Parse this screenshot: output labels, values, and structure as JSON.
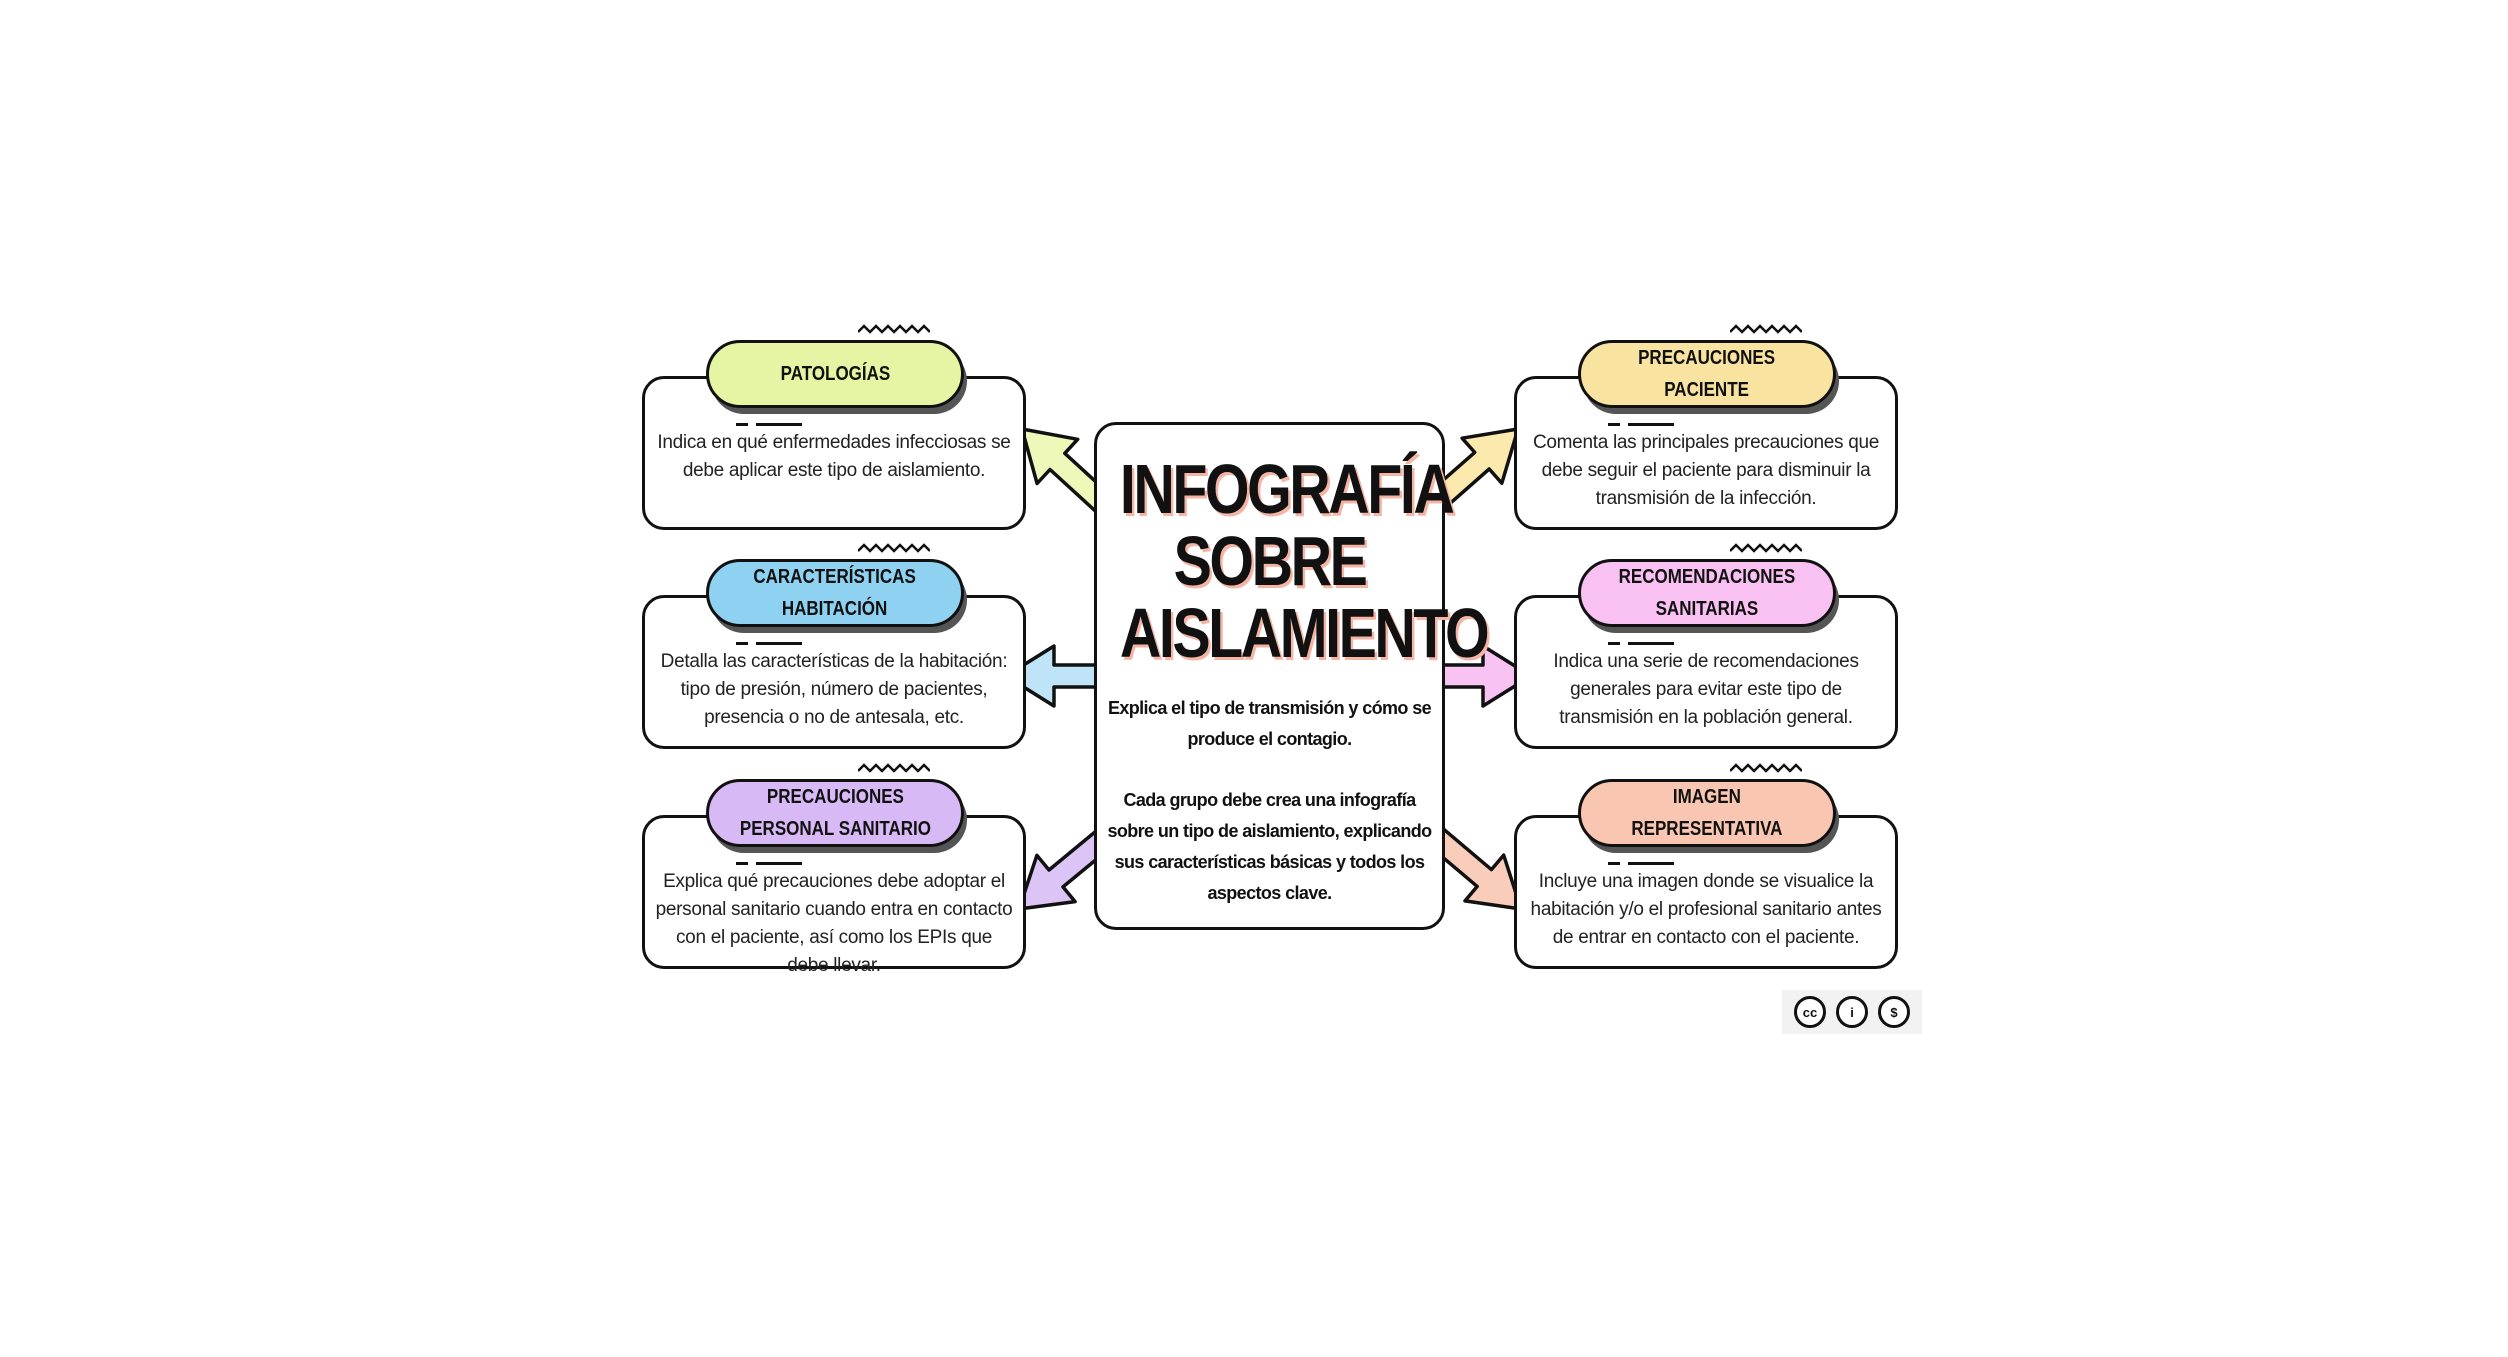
{
  "title": {
    "line1": "INFOGRAFÍA",
    "line2": "SOBRE",
    "line3": "AISLAMIENTO"
  },
  "center": {
    "paragraph1": "Explica el tipo de transmisión y cómo se produce el contagio.",
    "paragraph2": "Cada grupo debe crea una infografía sobre un tipo de aislamiento, explicando sus características básicas y todos los aspectos clave."
  },
  "sections": [
    {
      "heading": "PATOLOGÍAS",
      "text": "Indica en qué enfermedades infecciosas se debe aplicar este tipo de aislamiento.",
      "color": "#e6f5a3",
      "arrow_color": "#eef8b8"
    },
    {
      "heading": "PRECAUCIONES\nPACIENTE",
      "text": "Comenta las principales precauciones que debe seguir el paciente para disminuir la transmisión de la infección.",
      "color": "#f9e3a1",
      "arrow_color": "#fbe9ae"
    },
    {
      "heading": "CARACTERÍSTICAS\nHABITACIÓN",
      "text": "Detalla las características de la habitación: tipo de presión, número de pacientes, presencia o no de antesala, etc.",
      "color": "#8fd1f0",
      "arrow_color": "#bfe3f7"
    },
    {
      "heading": "RECOMENDACIONES\nSANITARIAS",
      "text": "Indica una serie de recomendaciones generales para evitar este tipo de transmisión en la población general.",
      "color": "#f9c0f2",
      "arrow_color": "#f8c3f3"
    },
    {
      "heading": "PRECAUCIONES\nPERSONAL SANITARIO",
      "text": "Explica qué precauciones debe adoptar el personal sanitario cuando entra en contacto con el paciente, así como los EPIs que debe llevar.",
      "color": "#d7b9f6",
      "arrow_color": "#dcc4f7"
    },
    {
      "heading": "IMAGEN\nREPRESENTATIVA",
      "text": "Incluye una imagen donde se visualice la habitación y/o el profesional sanitario antes de entrar en contacto con el paciente.",
      "color": "#f9c7b1",
      "arrow_color": "#f9cdb9"
    }
  ],
  "license": {
    "icons": [
      "cc-icon",
      "attribution-icon",
      "noncommercial-icon"
    ],
    "labels": [
      "cc",
      "i",
      "$"
    ]
  }
}
